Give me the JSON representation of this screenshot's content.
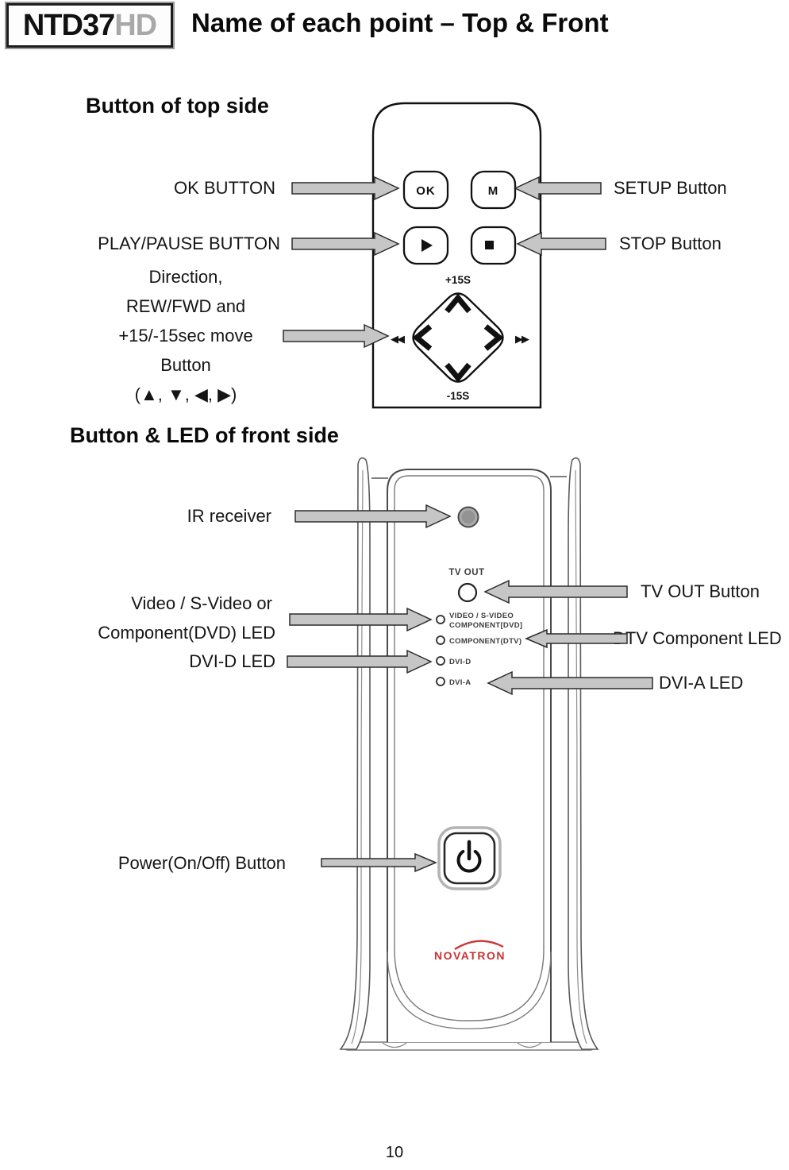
{
  "page": {
    "logo_model": "NTD37",
    "logo_suffix": "HD",
    "title": "Name of each point – Top & Front",
    "page_number": "10"
  },
  "top_side": {
    "heading": "Button of top side",
    "labels": {
      "ok": "OK BUTTON",
      "play_pause": "PLAY/PAUSE BUTTON",
      "setup": "SETUP Button",
      "stop": "STOP Button",
      "direction_lines": [
        "Direction,",
        "REW/FWD and",
        "+15/-15sec move",
        "Button",
        "(▲,  ▼,  ◀,  ▶)"
      ]
    },
    "remote": {
      "ok_key": "OK",
      "menu_key": "M",
      "plus15": "+15S",
      "minus15": "-15S",
      "rew_glyph": "◀◀",
      "fwd_glyph": "▶▶"
    }
  },
  "front_side": {
    "heading": "Button & LED of front side",
    "labels": {
      "ir": "IR receiver",
      "video_line1": "Video / S-Video or",
      "video_line2": "Component(DVD) LED",
      "dvid": "DVI-D LED",
      "tv_out": "TV OUT Button",
      "dtv": "DTV Component LED",
      "dvia": "DVI-A LED",
      "power": "Power(On/Off) Button"
    },
    "panel": {
      "tv_out": "TV OUT",
      "led1_line1": "VIDEO / S-VIDEO",
      "led1_line2": "COMPONENT[DVD]",
      "led2": "COMPONENT(DTV)",
      "led3": "DVI-D",
      "led4": "DVI-A",
      "brand": "NOVATRON"
    }
  },
  "colors": {
    "arrow_fill": "#c6c6c6",
    "brand_red": "#cc3333",
    "logo_gray": "#a8a8a8"
  }
}
